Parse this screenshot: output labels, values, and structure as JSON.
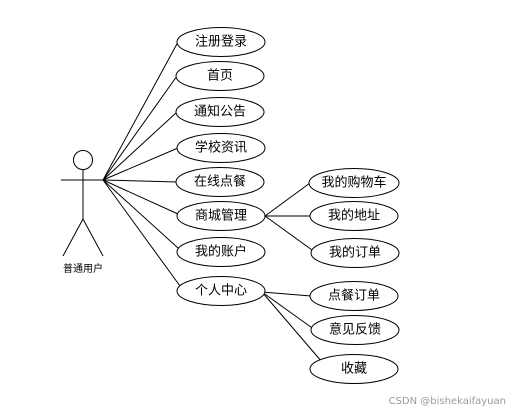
{
  "actor": {
    "label": "普通用户"
  },
  "use_cases": {
    "register_login": "注册登录",
    "home": "首页",
    "notice": "通知公告",
    "school_news": "学校资讯",
    "online_order": "在线点餐",
    "mall_management": "商城管理",
    "my_account": "我的账户",
    "personal_center": "个人中心"
  },
  "mall_children": {
    "my_cart": "我的购物车",
    "my_address": "我的地址",
    "my_orders": "我的订单"
  },
  "personal_children": {
    "meal_order": "点餐订单",
    "feedback": "意见反馈",
    "favorites": "收藏"
  },
  "watermark": "CSDN @bishekaifayuan",
  "colors": {
    "stroke": "#000000",
    "background": "#ffffff",
    "watermark": "#9a9a9a"
  }
}
